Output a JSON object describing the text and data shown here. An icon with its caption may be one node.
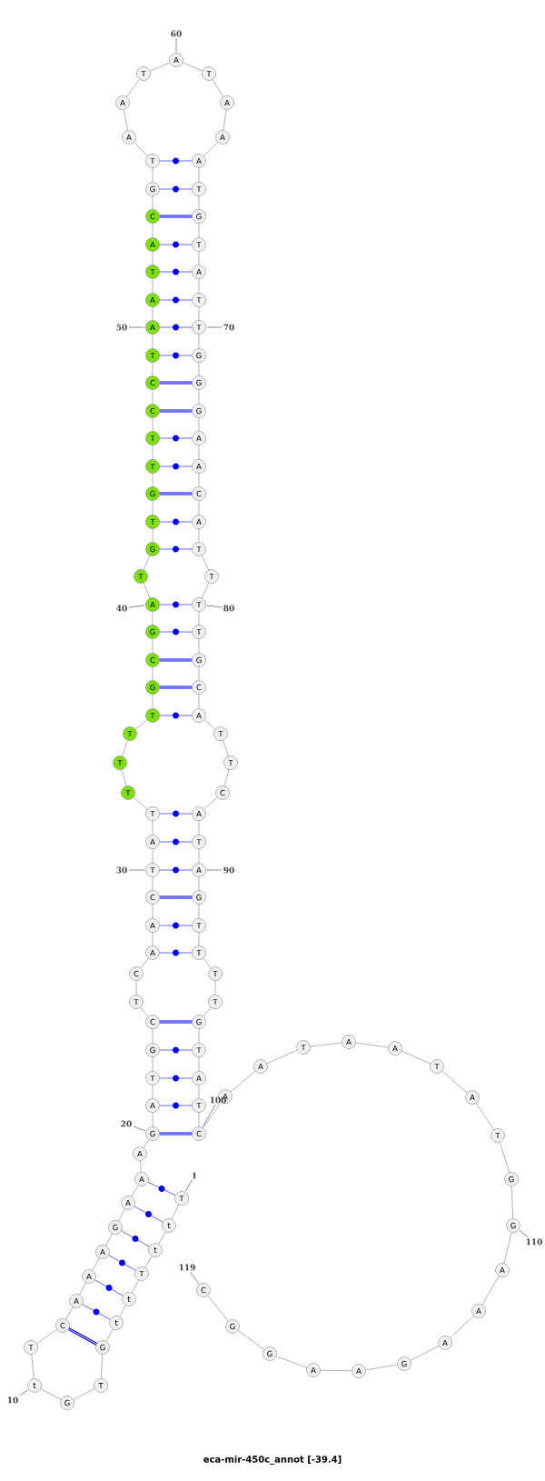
{
  "diagram": {
    "title": "eca-mir-450c_annot [-39.4]",
    "nodes": [
      {
        "text": [
          "T"
        ]
      },
      {
        "text": [
          "t"
        ]
      },
      {
        "text": [
          "t"
        ]
      },
      {
        "text": [
          "T"
        ]
      },
      {
        "text": [
          "t"
        ]
      },
      {
        "text": [
          "t"
        ]
      },
      {
        "text": [
          "G"
        ]
      },
      {
        "text": [
          "T"
        ]
      },
      {
        "text": [
          "G"
        ]
      },
      {
        "text": [
          "t"
        ]
      },
      {
        "text": [
          "T"
        ]
      },
      {
        "text": [
          "C"
        ]
      },
      {
        "text": [
          "A"
        ]
      },
      {
        "text": [
          "A"
        ]
      },
      {
        "text": [
          "A"
        ]
      },
      {
        "text": [
          "G"
        ]
      },
      {
        "text": [
          "A"
        ]
      },
      {
        "text": [
          "A"
        ]
      },
      {
        "text": [
          "A"
        ]
      },
      {
        "text": [
          "G"
        ]
      },
      {
        "text": [
          "A"
        ]
      },
      {
        "text": [
          "T"
        ]
      },
      {
        "text": [
          "G"
        ]
      },
      {
        "text": [
          "C"
        ]
      },
      {
        "text": [
          "T"
        ]
      },
      {
        "text": [
          "C"
        ]
      },
      {
        "text": [
          "A"
        ]
      },
      {
        "text": [
          "A"
        ]
      },
      {
        "text": [
          "C"
        ]
      },
      {
        "text": [
          "T"
        ]
      },
      {
        "text": [
          "A"
        ]
      },
      {
        "text": [
          "T"
        ]
      },
      {
        "text": [
          "T"
        ]
      },
      {
        "text": [
          "T"
        ]
      },
      {
        "text": [
          "T"
        ]
      },
      {
        "text": [
          "T"
        ]
      },
      {
        "text": [
          "G"
        ]
      },
      {
        "text": [
          "C"
        ]
      },
      {
        "text": [
          "G"
        ]
      },
      {
        "text": [
          "A"
        ]
      },
      {
        "text": [
          "T"
        ]
      },
      {
        "text": [
          "G"
        ]
      },
      {
        "text": [
          "T"
        ]
      },
      {
        "text": [
          "G"
        ]
      },
      {
        "text": [
          "T"
        ]
      },
      {
        "text": [
          "T"
        ]
      },
      {
        "text": [
          "C"
        ]
      },
      {
        "text": [
          "C"
        ]
      },
      {
        "text": [
          "T"
        ]
      },
      {
        "text": [
          "A"
        ]
      },
      {
        "text": [
          "A"
        ]
      },
      {
        "text": [
          "T"
        ]
      },
      {
        "text": [
          "A"
        ]
      },
      {
        "text": [
          "C"
        ]
      },
      {
        "text": [
          "G"
        ]
      },
      {
        "text": [
          "T"
        ]
      },
      {
        "text": [
          "A"
        ]
      },
      {
        "text": [
          "A"
        ]
      },
      {
        "text": [
          "T"
        ]
      },
      {
        "text": [
          "A"
        ]
      },
      {
        "text": [
          "T"
        ]
      },
      {
        "text": [
          "A"
        ]
      },
      {
        "text": [
          "A"
        ]
      },
      {
        "text": [
          "A"
        ]
      },
      {
        "text": [
          "T"
        ]
      },
      {
        "text": [
          "G"
        ]
      },
      {
        "text": [
          "T"
        ]
      },
      {
        "text": [
          "A"
        ]
      },
      {
        "text": [
          "T"
        ]
      },
      {
        "text": [
          "T"
        ]
      },
      {
        "text": [
          "G"
        ]
      },
      {
        "text": [
          "G"
        ]
      },
      {
        "text": [
          "G"
        ]
      },
      {
        "text": [
          "A"
        ]
      },
      {
        "text": [
          "A"
        ]
      },
      {
        "text": [
          "C"
        ]
      },
      {
        "text": [
          "A"
        ]
      },
      {
        "text": [
          "T"
        ]
      },
      {
        "text": [
          "T"
        ]
      },
      {
        "text": [
          "T"
        ]
      },
      {
        "text": [
          "T"
        ]
      },
      {
        "text": [
          "G"
        ]
      },
      {
        "text": [
          "C"
        ]
      },
      {
        "text": [
          "A"
        ]
      },
      {
        "text": [
          "T"
        ]
      },
      {
        "text": [
          "T"
        ]
      },
      {
        "text": [
          "C"
        ]
      },
      {
        "text": [
          "A"
        ]
      },
      {
        "text": [
          "T"
        ]
      },
      {
        "text": [
          "A"
        ]
      },
      {
        "text": [
          "G"
        ]
      },
      {
        "text": [
          "T"
        ]
      },
      {
        "text": [
          "T"
        ]
      },
      {
        "text": [
          "T"
        ]
      },
      {
        "text": [
          "T"
        ]
      },
      {
        "text": [
          "G"
        ]
      },
      {
        "text": [
          "T"
        ]
      },
      {
        "text": [
          "A"
        ]
      },
      {
        "text": [
          "T"
        ]
      },
      {
        "text": [
          "C"
        ]
      },
      {
        "text": [
          "A"
        ]
      },
      {
        "text": [
          "A"
        ]
      },
      {
        "text": [
          "T"
        ]
      },
      {
        "text": [
          "A"
        ]
      },
      {
        "text": [
          "A"
        ]
      },
      {
        "text": [
          "T"
        ]
      },
      {
        "text": [
          "A"
        ]
      },
      {
        "text": [
          "T"
        ]
      },
      {
        "text": [
          "G"
        ]
      },
      {
        "text": [
          "G"
        ]
      },
      {
        "text": [
          "A"
        ]
      },
      {
        "text": [
          "A"
        ]
      },
      {
        "text": [
          "A"
        ]
      },
      {
        "text": [
          "G"
        ]
      },
      {
        "text": [
          "A"
        ]
      },
      {
        "text": [
          "A"
        ]
      },
      {
        "text": [
          "G"
        ]
      },
      {
        "text": [
          "G"
        ]
      },
      {
        "text": [
          "C"
        ]
      },
      {
        "text": [
          "1"
        ]
      },
      {
        "text": [
          "10"
        ]
      },
      {
        "text": [
          "20"
        ]
      },
      {
        "text": [
          "30"
        ]
      },
      {
        "text": [
          "40"
        ]
      },
      {
        "text": [
          "50"
        ]
      },
      {
        "text": [
          "60"
        ]
      },
      {
        "text": [
          "70"
        ]
      },
      {
        "text": [
          "80"
        ]
      },
      {
        "text": [
          "90"
        ]
      },
      {
        "text": [
          "100"
        ]
      },
      {
        "text": [
          "110"
        ]
      },
      {
        "text": [
          "119"
        ]
      }
    ],
    "edges": [
      {
        "from": 0,
        "to": 1,
        "arrow": "none"
      },
      {
        "from": 1,
        "to": 2,
        "arrow": "none"
      },
      {
        "from": 2,
        "to": 3,
        "arrow": "none"
      },
      {
        "from": 3,
        "to": 4,
        "arrow": "none"
      },
      {
        "from": 4,
        "to": 5,
        "arrow": "none"
      },
      {
        "from": 5,
        "to": 6,
        "arrow": "none"
      },
      {
        "from": 6,
        "to": 7,
        "arrow": "none"
      },
      {
        "from": 7,
        "to": 8,
        "arrow": "none"
      },
      {
        "from": 8,
        "to": 9,
        "arrow": "none"
      },
      {
        "from": 9,
        "to": 10,
        "arrow": "none"
      },
      {
        "from": 10,
        "to": 11,
        "arrow": "none"
      },
      {
        "from": 11,
        "to": 12,
        "arrow": "none"
      },
      {
        "from": 12,
        "to": 13,
        "arrow": "none"
      },
      {
        "from": 13,
        "to": 14,
        "arrow": "none"
      },
      {
        "from": 14,
        "to": 15,
        "arrow": "none"
      },
      {
        "from": 15,
        "to": 16,
        "arrow": "none"
      },
      {
        "from": 16,
        "to": 17,
        "arrow": "none"
      },
      {
        "from": 17,
        "to": 18,
        "arrow": "none"
      },
      {
        "from": 18,
        "to": 19,
        "arrow": "none"
      },
      {
        "from": 19,
        "to": 20,
        "arrow": "none"
      },
      {
        "from": 20,
        "to": 21,
        "arrow": "none"
      },
      {
        "from": 21,
        "to": 22,
        "arrow": "none"
      },
      {
        "from": 22,
        "to": 23,
        "arrow": "none"
      },
      {
        "from": 23,
        "to": 24,
        "arrow": "none"
      },
      {
        "from": 24,
        "to": 25,
        "arrow": "none"
      },
      {
        "from": 25,
        "to": 26,
        "arrow": "none"
      },
      {
        "from": 26,
        "to": 27,
        "arrow": "none"
      },
      {
        "from": 27,
        "to": 28,
        "arrow": "none"
      },
      {
        "from": 28,
        "to": 29,
        "arrow": "none"
      },
      {
        "from": 29,
        "to": 30,
        "arrow": "none"
      },
      {
        "from": 30,
        "to": 31,
        "arrow": "none"
      },
      {
        "from": 31,
        "to": 32,
        "arrow": "none"
      },
      {
        "from": 32,
        "to": 33,
        "arrow": "none"
      },
      {
        "from": 33,
        "to": 34,
        "arrow": "none"
      },
      {
        "from": 34,
        "to": 35,
        "arrow": "none"
      },
      {
        "from": 35,
        "to": 36,
        "arrow": "none"
      },
      {
        "from": 36,
        "to": 37,
        "arrow": "none"
      },
      {
        "from": 37,
        "to": 38,
        "arrow": "none"
      },
      {
        "from": 38,
        "to": 39,
        "arrow": "none"
      },
      {
        "from": 39,
        "to": 40,
        "arrow": "none"
      },
      {
        "from": 40,
        "to": 41,
        "arrow": "none"
      },
      {
        "from": 41,
        "to": 42,
        "arrow": "none"
      },
      {
        "from": 42,
        "to": 43,
        "arrow": "none"
      },
      {
        "from": 43,
        "to": 44,
        "arrow": "none"
      },
      {
        "from": 44,
        "to": 45,
        "arrow": "none"
      },
      {
        "from": 45,
        "to": 46,
        "arrow": "none"
      },
      {
        "from": 46,
        "to": 47,
        "arrow": "none"
      },
      {
        "from": 47,
        "to": 48,
        "arrow": "none"
      },
      {
        "from": 48,
        "to": 49,
        "arrow": "none"
      },
      {
        "from": 49,
        "to": 50,
        "arrow": "none"
      },
      {
        "from": 50,
        "to": 51,
        "arrow": "none"
      },
      {
        "from": 51,
        "to": 52,
        "arrow": "none"
      },
      {
        "from": 52,
        "to": 53,
        "arrow": "none"
      },
      {
        "from": 53,
        "to": 54,
        "arrow": "none"
      },
      {
        "from": 54,
        "to": 55,
        "arrow": "none"
      },
      {
        "from": 55,
        "to": 56,
        "arrow": "none"
      },
      {
        "from": 56,
        "to": 57,
        "arrow": "none"
      },
      {
        "from": 57,
        "to": 58,
        "arrow": "none"
      },
      {
        "from": 58,
        "to": 59,
        "arrow": "none"
      },
      {
        "from": 59,
        "to": 60,
        "arrow": "none"
      },
      {
        "from": 60,
        "to": 61,
        "arrow": "none"
      },
      {
        "from": 61,
        "to": 62,
        "arrow": "none"
      },
      {
        "from": 62,
        "to": 63,
        "arrow": "none"
      },
      {
        "from": 63,
        "to": 64,
        "arrow": "none"
      },
      {
        "from": 64,
        "to": 65,
        "arrow": "none"
      },
      {
        "from": 65,
        "to": 66,
        "arrow": "none"
      },
      {
        "from": 66,
        "to": 67,
        "arrow": "none"
      },
      {
        "from": 67,
        "to": 68,
        "arrow": "none"
      },
      {
        "from": 68,
        "to": 69,
        "arrow": "none"
      },
      {
        "from": 69,
        "to": 70,
        "arrow": "none"
      },
      {
        "from": 70,
        "to": 71,
        "arrow": "none"
      },
      {
        "from": 71,
        "to": 72,
        "arrow": "none"
      },
      {
        "from": 72,
        "to": 73,
        "arrow": "none"
      },
      {
        "from": 73,
        "to": 74,
        "arrow": "none"
      },
      {
        "from": 74,
        "to": 75,
        "arrow": "none"
      },
      {
        "from": 75,
        "to": 76,
        "arrow": "none"
      },
      {
        "from": 76,
        "to": 77,
        "arrow": "none"
      },
      {
        "from": 77,
        "to": 78,
        "arrow": "none"
      },
      {
        "from": 78,
        "to": 79,
        "arrow": "none"
      },
      {
        "from": 79,
        "to": 80,
        "arrow": "none"
      },
      {
        "from": 80,
        "to": 81,
        "arrow": "none"
      },
      {
        "from": 81,
        "to": 82,
        "arrow": "none"
      },
      {
        "from": 82,
        "to": 83,
        "arrow": "none"
      },
      {
        "from": 83,
        "to": 84,
        "arrow": "none"
      },
      {
        "from": 84,
        "to": 85,
        "arrow": "none"
      },
      {
        "from": 85,
        "to": 86,
        "arrow": "none"
      },
      {
        "from": 86,
        "to": 87,
        "arrow": "none"
      },
      {
        "from": 87,
        "to": 88,
        "arrow": "none"
      },
      {
        "from": 88,
        "to": 89,
        "arrow": "none"
      },
      {
        "from": 89,
        "to": 90,
        "arrow": "none"
      },
      {
        "from": 90,
        "to": 91,
        "arrow": "none"
      },
      {
        "from": 91,
        "to": 92,
        "arrow": "none"
      },
      {
        "from": 92,
        "to": 93,
        "arrow": "none"
      },
      {
        "from": 93,
        "to": 94,
        "arrow": "none"
      },
      {
        "from": 94,
        "to": 95,
        "arrow": "none"
      },
      {
        "from": 95,
        "to": 96,
        "arrow": "none"
      },
      {
        "from": 96,
        "to": 97,
        "arrow": "none"
      },
      {
        "from": 97,
        "to": 98,
        "arrow": "none"
      },
      {
        "from": 98,
        "to": 99,
        "arrow": "none"
      },
      {
        "from": 99,
        "to": 100,
        "arrow": "none"
      },
      {
        "from": 100,
        "to": 101,
        "arrow": "none"
      },
      {
        "from": 101,
        "to": 102,
        "arrow": "none"
      },
      {
        "from": 102,
        "to": 103,
        "arrow": "none"
      },
      {
        "from": 103,
        "to": 104,
        "arrow": "none"
      },
      {
        "from": 104,
        "to": 105,
        "arrow": "none"
      },
      {
        "from": 105,
        "to": 106,
        "arrow": "none"
      },
      {
        "from": 106,
        "to": 107,
        "arrow": "none"
      },
      {
        "from": 107,
        "to": 108,
        "arrow": "none"
      },
      {
        "from": 108,
        "to": 109,
        "arrow": "none"
      },
      {
        "from": 109,
        "to": 110,
        "arrow": "none"
      },
      {
        "from": 110,
        "to": 111,
        "arrow": "none"
      },
      {
        "from": 111,
        "to": 112,
        "arrow": "none"
      },
      {
        "from": 112,
        "to": 113,
        "arrow": "none"
      },
      {
        "from": 113,
        "to": 114,
        "arrow": "none"
      },
      {
        "from": 114,
        "to": 115,
        "arrow": "none"
      },
      {
        "from": 115,
        "to": 116,
        "arrow": "none"
      },
      {
        "from": 116,
        "to": 117,
        "arrow": "none"
      },
      {
        "from": 117,
        "to": 118,
        "arrow": "none"
      },
      {
        "from": 0,
        "to": 17,
        "arrow": "none",
        "color": "#0000ff"
      },
      {
        "from": 1,
        "to": 16,
        "arrow": "none",
        "color": "#0000ff"
      },
      {
        "from": 2,
        "to": 15,
        "arrow": "none",
        "color": "#0000ff"
      },
      {
        "from": 3,
        "to": 14,
        "arrow": "none",
        "color": "#0000ff"
      },
      {
        "from": 4,
        "to": 13,
        "arrow": "none",
        "color": "#0000ff"
      },
      {
        "from": 5,
        "to": 12,
        "arrow": "none",
        "color": "#0000ff"
      },
      {
        "from": 6,
        "to": 11,
        "arrow": "none",
        "color": "#0000ff",
        "style": "thick"
      },
      {
        "from": 19,
        "to": 99,
        "arrow": "none",
        "color": "#0000ff",
        "style": "thick"
      },
      {
        "from": 20,
        "to": 98,
        "arrow": "none",
        "color": "#0000ff"
      },
      {
        "from": 21,
        "to": 97,
        "arrow": "none",
        "color": "#0000ff"
      },
      {
        "from": 22,
        "to": 96,
        "arrow": "none",
        "color": "#0000ff"
      },
      {
        "from": 23,
        "to": 95,
        "arrow": "none",
        "color": "#0000ff",
        "style": "thick"
      },
      {
        "from": 26,
        "to": 92,
        "arrow": "none",
        "color": "#0000ff"
      },
      {
        "from": 27,
        "to": 91,
        "arrow": "none",
        "color": "#0000ff"
      },
      {
        "from": 28,
        "to": 90,
        "arrow": "none",
        "color": "#0000ff",
        "style": "thick"
      },
      {
        "from": 29,
        "to": 89,
        "arrow": "none",
        "color": "#0000ff"
      },
      {
        "from": 30,
        "to": 88,
        "arrow": "none",
        "color": "#0000ff"
      },
      {
        "from": 31,
        "to": 87,
        "arrow": "none",
        "color": "#0000ff"
      },
      {
        "from": 35,
        "to": 83,
        "arrow": "none",
        "color": "#0000ff"
      },
      {
        "from": 36,
        "to": 82,
        "arrow": "none",
        "color": "#0000ff",
        "style": "thick"
      },
      {
        "from": 37,
        "to": 81,
        "arrow": "none",
        "color": "#0000ff",
        "style": "thick"
      },
      {
        "from": 38,
        "to": 80,
        "arrow": "none",
        "color": "#0000ff"
      },
      {
        "from": 39,
        "to": 79,
        "arrow": "none",
        "color": "#0000ff"
      },
      {
        "from": 41,
        "to": 77,
        "arrow": "none",
        "color": "#0000ff"
      },
      {
        "from": 42,
        "to": 76,
        "arrow": "none",
        "color": "#0000ff"
      },
      {
        "from": 43,
        "to": 75,
        "arrow": "none",
        "color": "#0000ff",
        "style": "thick"
      },
      {
        "from": 44,
        "to": 74,
        "arrow": "none",
        "color": "#0000ff"
      },
      {
        "from": 45,
        "to": 73,
        "arrow": "none",
        "color": "#0000ff"
      },
      {
        "from": 46,
        "to": 72,
        "arrow": "none",
        "color": "#0000ff",
        "style": "thick"
      },
      {
        "from": 47,
        "to": 71,
        "arrow": "none",
        "color": "#0000ff",
        "style": "thick"
      },
      {
        "from": 48,
        "to": 70,
        "arrow": "none",
        "color": "#0000ff"
      },
      {
        "from": 49,
        "to": 69,
        "arrow": "none",
        "color": "#0000ff"
      },
      {
        "from": 50,
        "to": 68,
        "arrow": "none",
        "color": "#0000ff"
      },
      {
        "from": 51,
        "to": 67,
        "arrow": "none",
        "color": "#0000ff"
      },
      {
        "from": 52,
        "to": 66,
        "arrow": "none",
        "color": "#0000ff"
      },
      {
        "from": 53,
        "to": 65,
        "arrow": "none",
        "color": "#0000ff",
        "style": "thick"
      },
      {
        "from": 54,
        "to": 64,
        "arrow": "none",
        "color": "#0000ff"
      },
      {
        "from": 55,
        "to": 63,
        "arrow": "none",
        "color": "#0000ff"
      },
      {
        "from": 119,
        "to": 0,
        "arrow": "none"
      },
      {
        "from": 120,
        "to": 9,
        "arrow": "none"
      },
      {
        "from": 121,
        "to": 19,
        "arrow": "none"
      },
      {
        "from": 122,
        "to": 29,
        "arrow": "none"
      },
      {
        "from": 123,
        "to": 39,
        "arrow": "none"
      },
      {
        "from": 124,
        "to": 49,
        "arrow": "none"
      },
      {
        "from": 125,
        "to": 59,
        "arrow": "none"
      },
      {
        "from": 126,
        "to": 69,
        "arrow": "none"
      },
      {
        "from": 127,
        "to": 79,
        "arrow": "none"
      },
      {
        "from": 128,
        "to": 89,
        "arrow": "none"
      },
      {
        "from": 129,
        "to": 99,
        "arrow": "none"
      },
      {
        "from": 130,
        "to": 109,
        "arrow": "none"
      },
      {
        "from": 131,
        "to": 118,
        "arrow": "none"
      }
    ]
  }
}
